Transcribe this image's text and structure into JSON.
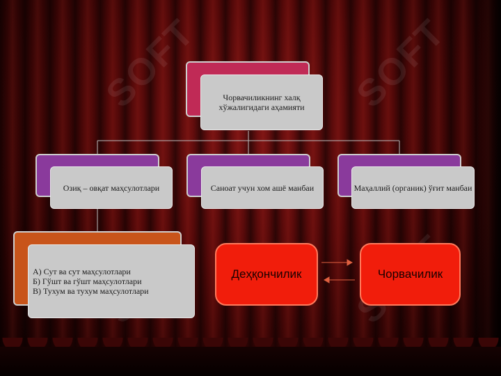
{
  "root": {
    "text": "Чорвачиликнинг халқ хўжалигидаги аҳамияти"
  },
  "branches": [
    {
      "text": "Озиқ – овқат маҳсулотлари"
    },
    {
      "text": "Саноат учун хом ашё манбаи"
    },
    {
      "text": "Маҳаллий (органик) ўғит манбаи"
    }
  ],
  "list": {
    "items": [
      "А) Сут ва сут маҳсулотлари",
      "Б) Гўшт ва гўшт маҳсулотлари",
      "В) Тухум ва тухум маҳсулотлари"
    ]
  },
  "relation": {
    "left": "Деҳқончилик",
    "right": "Чорвачилик"
  },
  "watermark": "SOFT",
  "colors": {
    "root_back": "#c02a56",
    "branch_back": "#8a3a9c",
    "list_back": "#c8541a",
    "red_box": "#f11d0b"
  }
}
